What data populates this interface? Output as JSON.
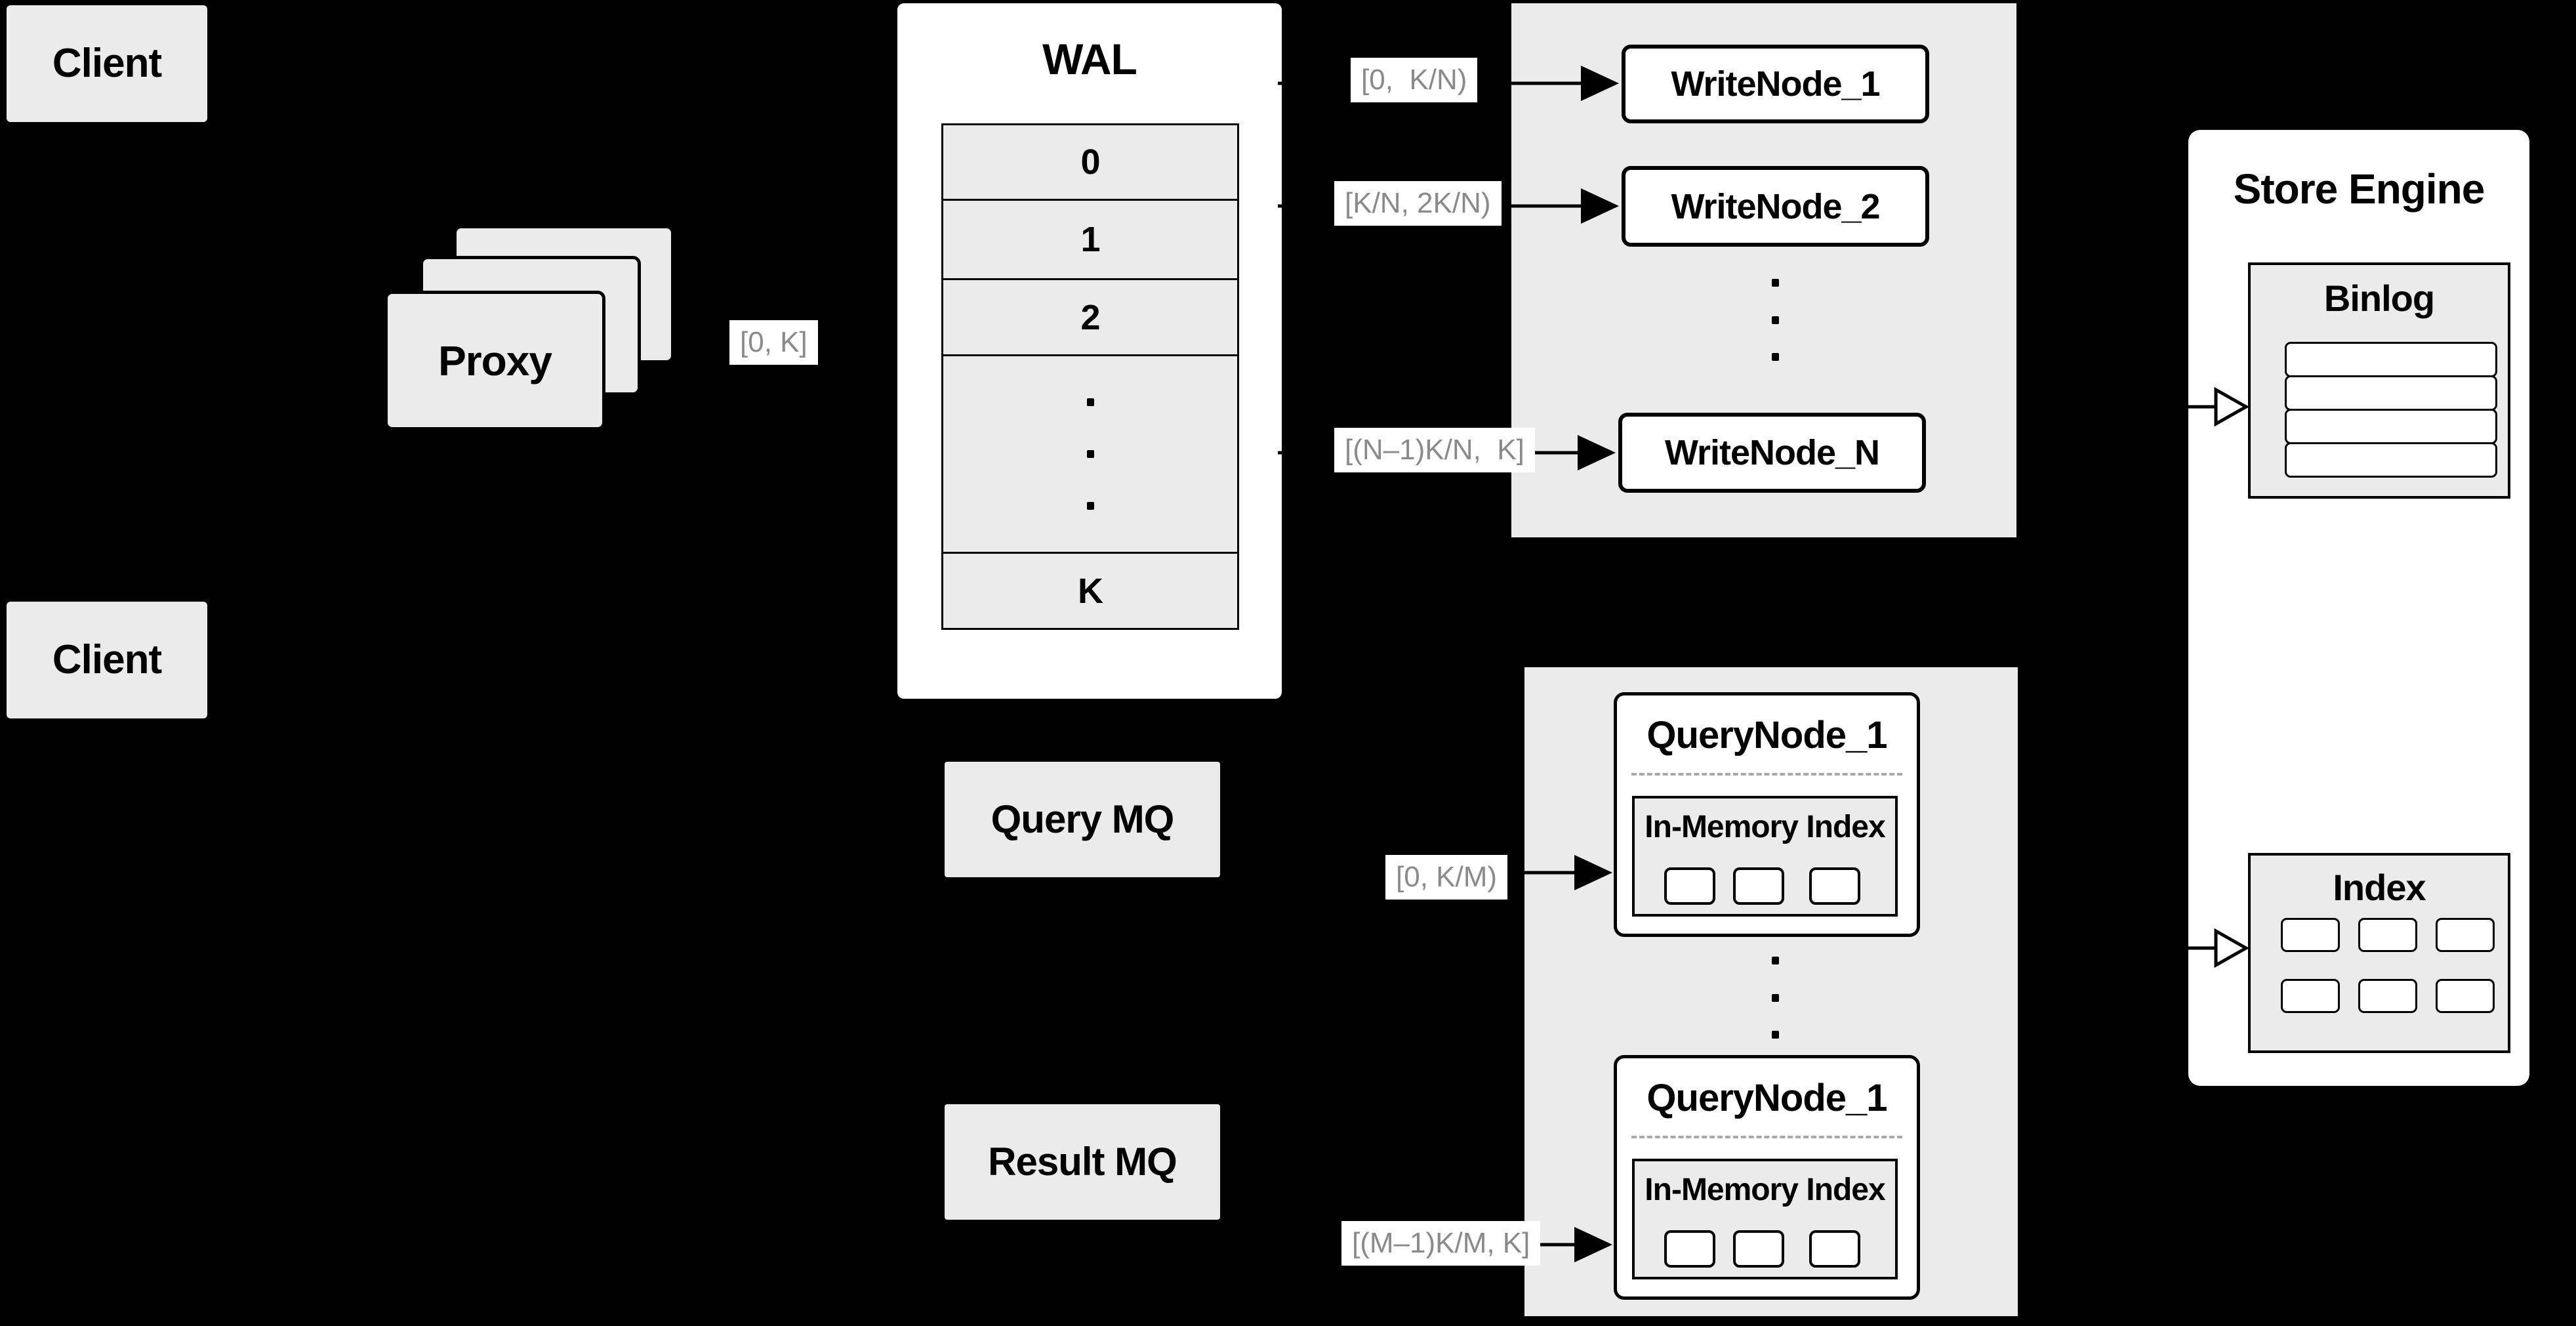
{
  "colors": {
    "background": "#000000",
    "panel_gray": "#ebebeb",
    "node_white": "#ffffff",
    "line_black": "#000000",
    "label_text_gray": "#8a8a8a"
  },
  "clients": {
    "top_label": "Client",
    "bottom_label": "Client"
  },
  "proxy": {
    "label": "Proxy",
    "stack_count": 3
  },
  "wal": {
    "title": "WAL",
    "rows": [
      "0",
      "1",
      "2",
      "K"
    ],
    "ellipsis_between_rows": "2 and K"
  },
  "write_nodes": {
    "nodes": [
      "WriteNode_1",
      "WriteNode_2",
      "WriteNode_N"
    ],
    "ellipsis_between": "WriteNode_2 and WriteNode_N"
  },
  "message_queues": {
    "query": "Query MQ",
    "result": "Result MQ"
  },
  "query_nodes": {
    "first": {
      "title": "QueryNode_1",
      "index_label": "In-Memory Index",
      "segment_cells": 3
    },
    "second": {
      "title": "QueryNode_1",
      "index_label": "In-Memory Index",
      "segment_cells": 3
    }
  },
  "store_engine": {
    "title": "Store Engine",
    "binlog": {
      "title": "Binlog",
      "row_count": 4
    },
    "index": {
      "title": "Index",
      "cell_count": 6
    }
  },
  "flow_labels": {
    "proxy_to_wal": "[0, K]",
    "wal_to_writenode_1": "[0,  K/N)",
    "wal_to_writenode_2": "[K/N, 2K/N)",
    "wal_to_writenode_n": "[(N–1)K/N,  K]",
    "query_mq_to_querynode": "[0, K/M)",
    "result_mq_to_querynode": "[(M–1)K/M, K]"
  }
}
